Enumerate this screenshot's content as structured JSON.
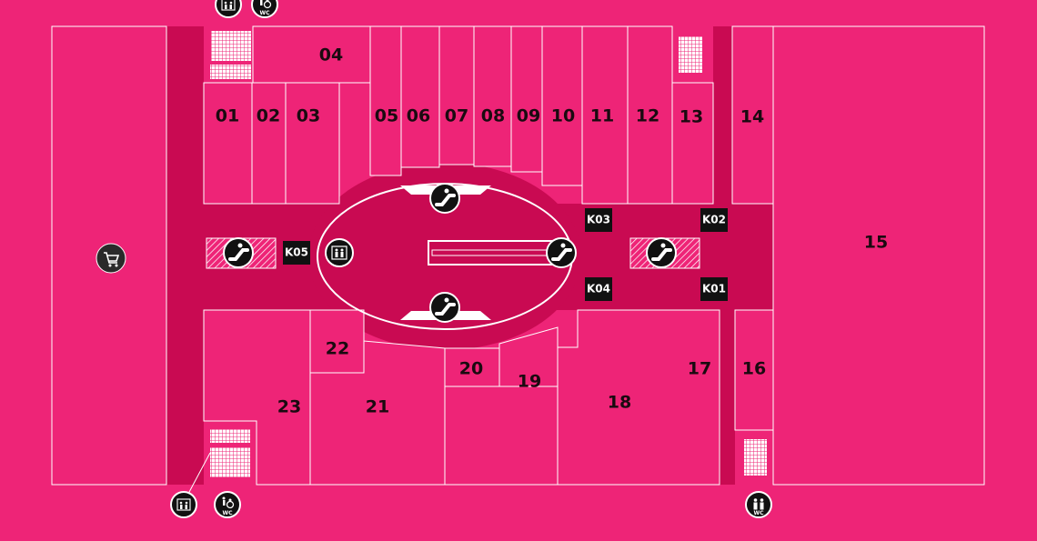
{
  "colors": {
    "background": "#ee2477",
    "corridor": "#c90a52",
    "unit_outline": "#ffffff",
    "label_text": "#1a0a10",
    "icon_fill": "#111111"
  },
  "units": {
    "u01": "01",
    "u02": "02",
    "u03": "03",
    "u04": "04",
    "u05": "05",
    "u06": "06",
    "u07": "07",
    "u08": "08",
    "u09": "09",
    "u10": "10",
    "u11": "11",
    "u12": "12",
    "u13": "13",
    "u14": "14",
    "u15": "15",
    "u16": "16",
    "u17": "17",
    "u18": "18",
    "u19": "19",
    "u20": "20",
    "u21": "21",
    "u22": "22",
    "u23": "23"
  },
  "kiosks": {
    "k01": "K01",
    "k02": "K02",
    "k03": "K03",
    "k04": "K04",
    "k05": "K05"
  },
  "icons": {
    "wc_label": "WC",
    "names": [
      "supermarket-icon",
      "escalator-icon",
      "elevator-icon",
      "restroom-icon",
      "accessible-wc-icon"
    ]
  }
}
